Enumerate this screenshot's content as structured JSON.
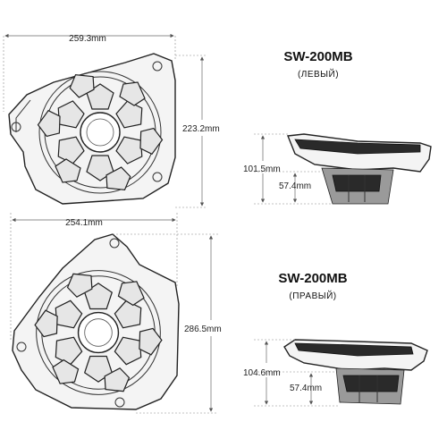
{
  "left_speaker": {
    "model": "SW-200MB",
    "side_label": "(ЛЕВЫЙ)",
    "width_dim": "259.3mm",
    "height_dim": "223.2mm",
    "profile_height_dim": "101.5mm",
    "profile_depth_dim": "57.4mm"
  },
  "right_speaker": {
    "model": "SW-200MB",
    "side_label": "(ПРАВЫЙ)",
    "width_dim": "254.1mm",
    "height_dim": "286.5mm",
    "profile_height_dim": "104.6mm",
    "profile_depth_dim": "57.4mm"
  }
}
